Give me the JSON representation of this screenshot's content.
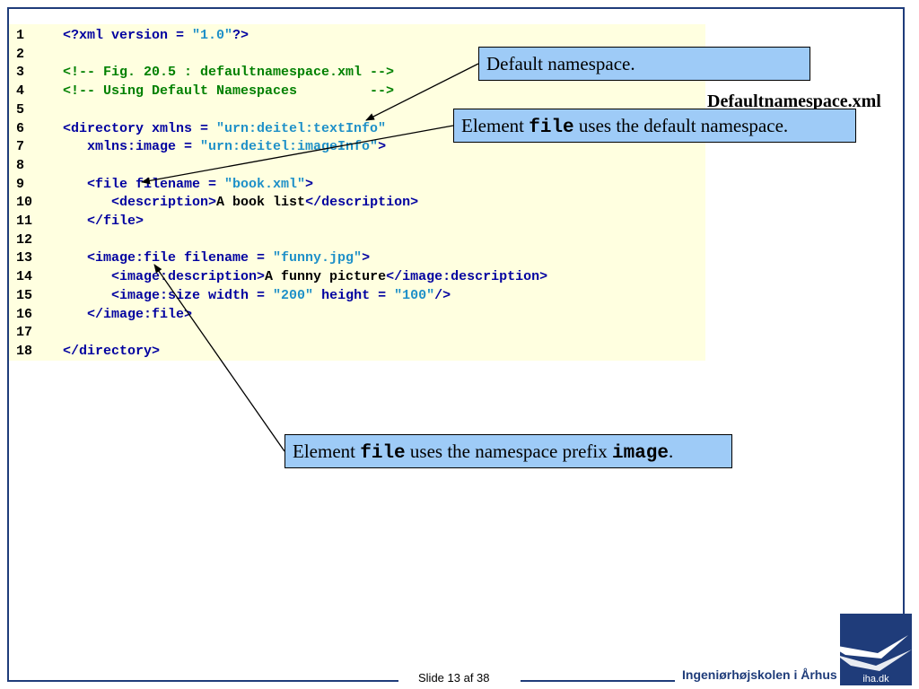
{
  "slide": {
    "side_title": "Defaultnamespace.xml",
    "footer_slide": "Slide 13 af  38",
    "footer_school": "Ingeniørhøjskolen i Århus",
    "logo_text": "iha.dk"
  },
  "code_lines": [
    {
      "num": "1",
      "parts": [
        {
          "t": "tag",
          "s": "<?xml version = "
        },
        {
          "t": "str",
          "s": "\"1.0\""
        },
        {
          "t": "tag",
          "s": "?>"
        }
      ]
    },
    {
      "num": "2",
      "parts": []
    },
    {
      "num": "3",
      "parts": [
        {
          "t": "cmt",
          "s": "<!-- Fig. 20.5 : defaultnamespace.xml -->"
        }
      ]
    },
    {
      "num": "4",
      "parts": [
        {
          "t": "cmt",
          "s": "<!-- Using Default Namespaces         -->"
        }
      ]
    },
    {
      "num": "5",
      "parts": []
    },
    {
      "num": "6",
      "parts": [
        {
          "t": "tag",
          "s": "<directory xmlns = "
        },
        {
          "t": "str",
          "s": "\"urn:deitel:textInfo\""
        }
      ]
    },
    {
      "num": "7",
      "parts": [
        {
          "t": "tag",
          "s": "   xmlns:image = "
        },
        {
          "t": "str",
          "s": "\"urn:deitel:imageInfo\""
        },
        {
          "t": "tag",
          "s": ">"
        }
      ]
    },
    {
      "num": "8",
      "parts": []
    },
    {
      "num": "9",
      "parts": [
        {
          "t": "tag",
          "s": "   <file filename = "
        },
        {
          "t": "str",
          "s": "\"book.xml\""
        },
        {
          "t": "tag",
          "s": ">"
        }
      ]
    },
    {
      "num": "10",
      "parts": [
        {
          "t": "tag",
          "s": "      <description>"
        },
        {
          "t": "txt",
          "s": "A book list"
        },
        {
          "t": "tag",
          "s": "</description>"
        }
      ]
    },
    {
      "num": "11",
      "parts": [
        {
          "t": "tag",
          "s": "   </file>"
        }
      ]
    },
    {
      "num": "12",
      "parts": []
    },
    {
      "num": "13",
      "parts": [
        {
          "t": "tag",
          "s": "   <image:file filename = "
        },
        {
          "t": "str",
          "s": "\"funny.jpg\""
        },
        {
          "t": "tag",
          "s": ">"
        }
      ]
    },
    {
      "num": "14",
      "parts": [
        {
          "t": "tag",
          "s": "      <image:description>"
        },
        {
          "t": "txt",
          "s": "A funny picture"
        },
        {
          "t": "tag",
          "s": "</image:description>"
        }
      ]
    },
    {
      "num": "15",
      "parts": [
        {
          "t": "tag",
          "s": "      <image:size width = "
        },
        {
          "t": "str",
          "s": "\"200\""
        },
        {
          "t": "tag",
          "s": " height = "
        },
        {
          "t": "str",
          "s": "\"100\""
        },
        {
          "t": "tag",
          "s": "/>"
        }
      ]
    },
    {
      "num": "16",
      "parts": [
        {
          "t": "tag",
          "s": "   </image:file>"
        }
      ]
    },
    {
      "num": "17",
      "parts": []
    },
    {
      "num": "18",
      "parts": [
        {
          "t": "tag",
          "s": "</directory>"
        }
      ]
    }
  ],
  "callouts": {
    "default_ns": {
      "text": "Default namespace."
    },
    "file_default": {
      "pre": "Element ",
      "code": "file",
      "post": "  uses the default namespace."
    },
    "file_prefix": {
      "pre": "Element ",
      "code": "file",
      "mid": "  uses the namespace prefix ",
      "code2": "image",
      "post": "."
    }
  },
  "colors": {
    "frame": "#1f3c7a",
    "code_background": "#ffffe0",
    "callout_background": "#9ecbf7",
    "tag": "#0000a0",
    "string": "#1e90c8",
    "comment": "#008000"
  }
}
